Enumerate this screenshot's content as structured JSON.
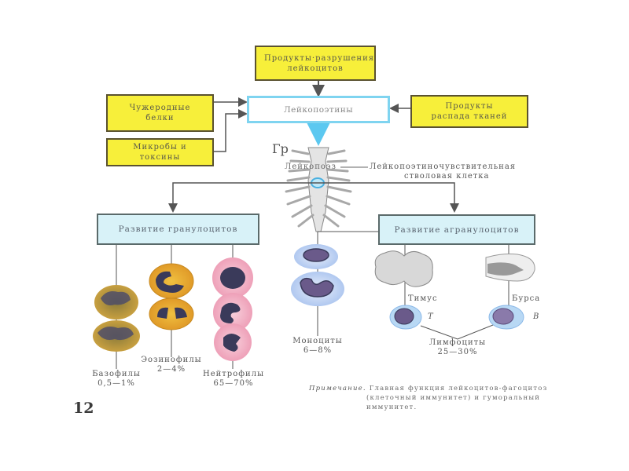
{
  "diagram": {
    "top_box": "Продукты·разрушения лейкоцитов",
    "left_box_1": "Чужеродные белки",
    "left_box_2": "Микробы и токсины",
    "right_box": "Продукты распада  тканей",
    "center_box": "Лейкопоэтины",
    "gr_label": "Гр",
    "leukopoiesis_label": "Лейкопоэз",
    "stem_cell_label_1": "Лейкопоэтиночувствительная",
    "stem_cell_label_2": "стволовая клетка",
    "granulocytes_box": "Развитие гранулоцитов",
    "agranulocytes_box": "Развитие агранулоцитов",
    "cells": {
      "basophils": {
        "name": "Базофилы",
        "percent": "0,5—1%"
      },
      "eosinophils": {
        "name": "Эозинофилы",
        "percent": "2—4%"
      },
      "neutrophils": {
        "name": "Нейтрофилы",
        "percent": "65—70%"
      },
      "monocytes": {
        "name": "Моноциты",
        "percent": "6—8%"
      },
      "lymphocytes": {
        "name": "Лимфоциты",
        "percent": "25—30%"
      }
    },
    "thymus_label": "Тимус",
    "bursa_label": "Бурса",
    "t_label": "T",
    "b_label": "B",
    "note_title": "Примечание.",
    "note_line_1": "Главная функция лейкоцитов-фагоцитоз",
    "note_line_2": "(клеточный иммунитет) и гуморальный",
    "note_line_3": "иммунитет.",
    "page_number": "12"
  },
  "colors": {
    "yellow_box": "#f7ef3a",
    "cyan_box": "#d8f2f8",
    "leukopoietin_border": "#7fd4f0",
    "basophil": "#b89a3a",
    "eosinophil": "#e8b030",
    "neutrophil": "#f2b8c8",
    "monocyte": "#c8daf2",
    "nucleus": "#3a3a5a"
  }
}
